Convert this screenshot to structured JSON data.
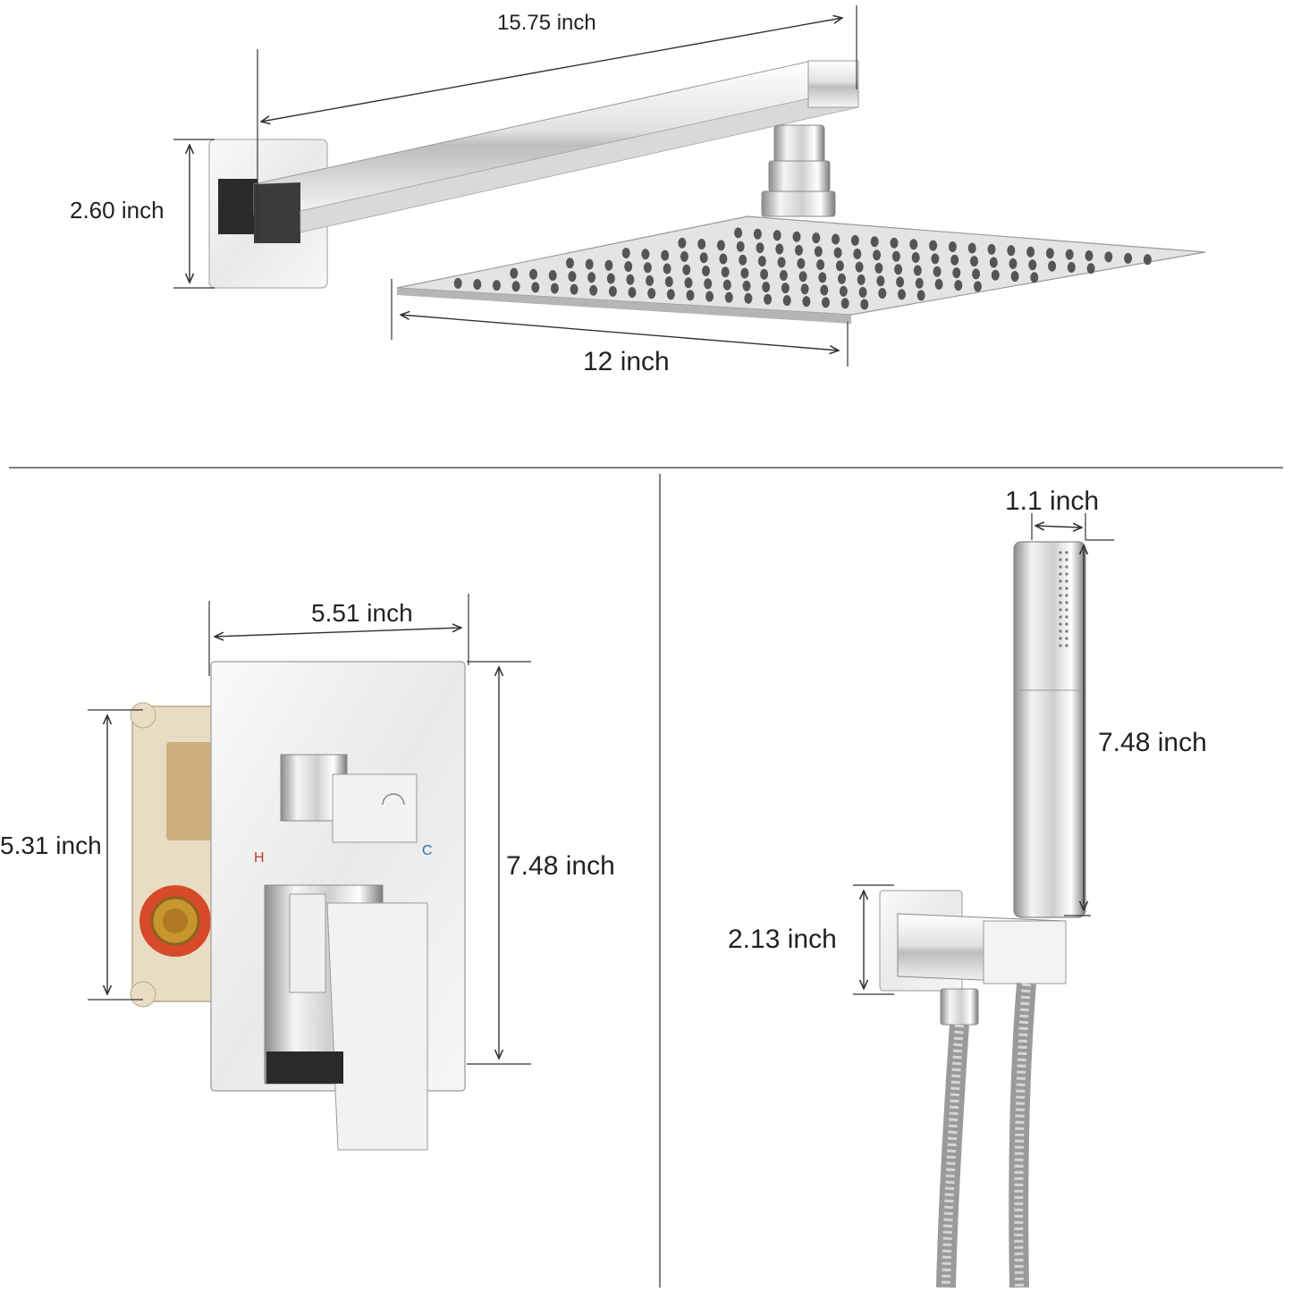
{
  "dimensions": {
    "shower_arm_length": "15.75 inch",
    "wall_flange_height": "2.60 inch",
    "shower_head_width": "12 inch",
    "valve_plate_width": "5.51 inch",
    "valve_box_height": "5.31 inch",
    "valve_plate_height": "7.48 inch",
    "handshower_diameter": "1.1 inch",
    "handshower_length": "7.48 inch",
    "holder_height": "2.13 inch"
  },
  "valve_markings": {
    "hot": "H",
    "cold": "C"
  },
  "colors": {
    "chrome_light": "#f4f4f4",
    "chrome_dark": "#3a3a3a",
    "hot_marking": "#c0392b",
    "cold_marking": "#2e6fb5",
    "valve_box": "#e8dcc4",
    "brass_fitting": "#c8962e",
    "red_seal": "#d64a2a"
  }
}
